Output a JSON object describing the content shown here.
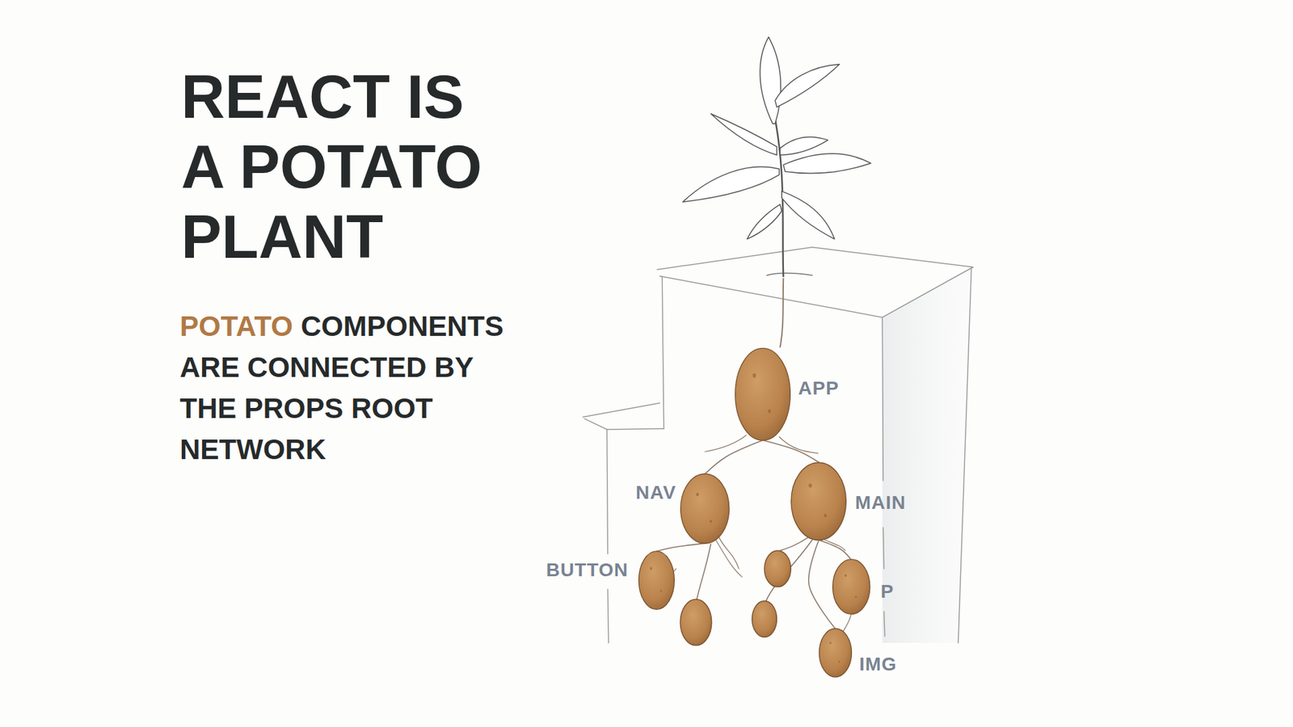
{
  "diagram": {
    "title": "REACT IS A POTATO PLANT",
    "nodes": [
      {
        "text": [
          "APP"
        ]
      },
      {
        "text": [
          "NAV"
        ]
      },
      {
        "text": [
          "MAIN"
        ]
      },
      {
        "text": [
          "BUTTON"
        ]
      },
      {
        "text": [
          "P"
        ]
      },
      {
        "text": [
          "IMG"
        ]
      }
    ],
    "edges": [
      {
        "from": 0,
        "to": 1,
        "arrow": "none"
      },
      {
        "from": 0,
        "to": 2,
        "arrow": "none"
      },
      {
        "from": 1,
        "to": 3,
        "arrow": "none"
      },
      {
        "from": 2,
        "to": 4,
        "arrow": "none"
      },
      {
        "from": 2,
        "to": 5,
        "arrow": "none"
      }
    ],
    "labels": [
      "POTATO",
      "COMPONENTS ARE CONNECTED BY THE PROPS ROOT NETWORK"
    ]
  }
}
